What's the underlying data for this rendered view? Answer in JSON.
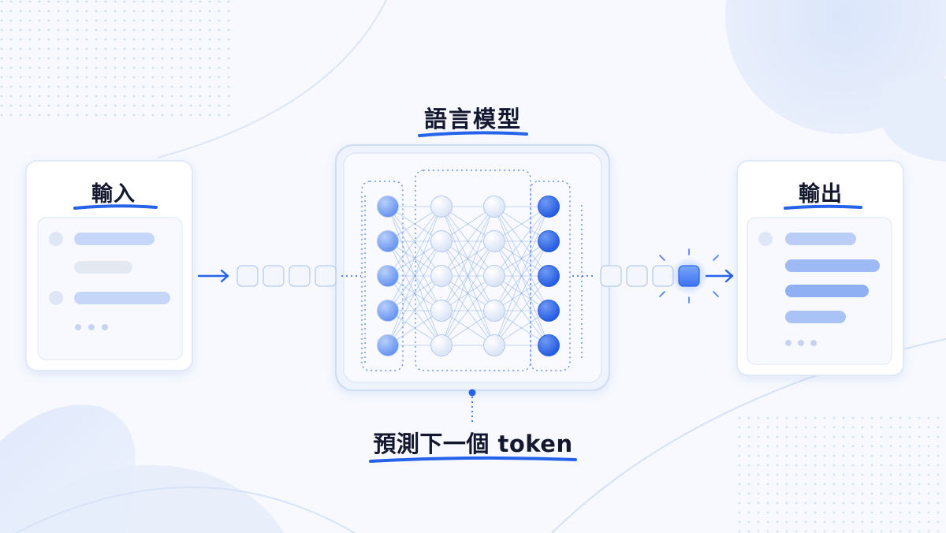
{
  "diagram": {
    "title": "語言模型",
    "input_label": "輸入",
    "output_label": "輸出",
    "caption": "預測下一個 token",
    "input_token_count": 4,
    "output_token_count": 4,
    "network_layers": [
      5,
      5,
      5,
      5
    ]
  },
  "colors": {
    "accent": "#2563eb",
    "node_light": "#eef3fc",
    "node_mid": "#7fa6f2",
    "node_dark": "#2a62e6",
    "text": "#14182e"
  }
}
